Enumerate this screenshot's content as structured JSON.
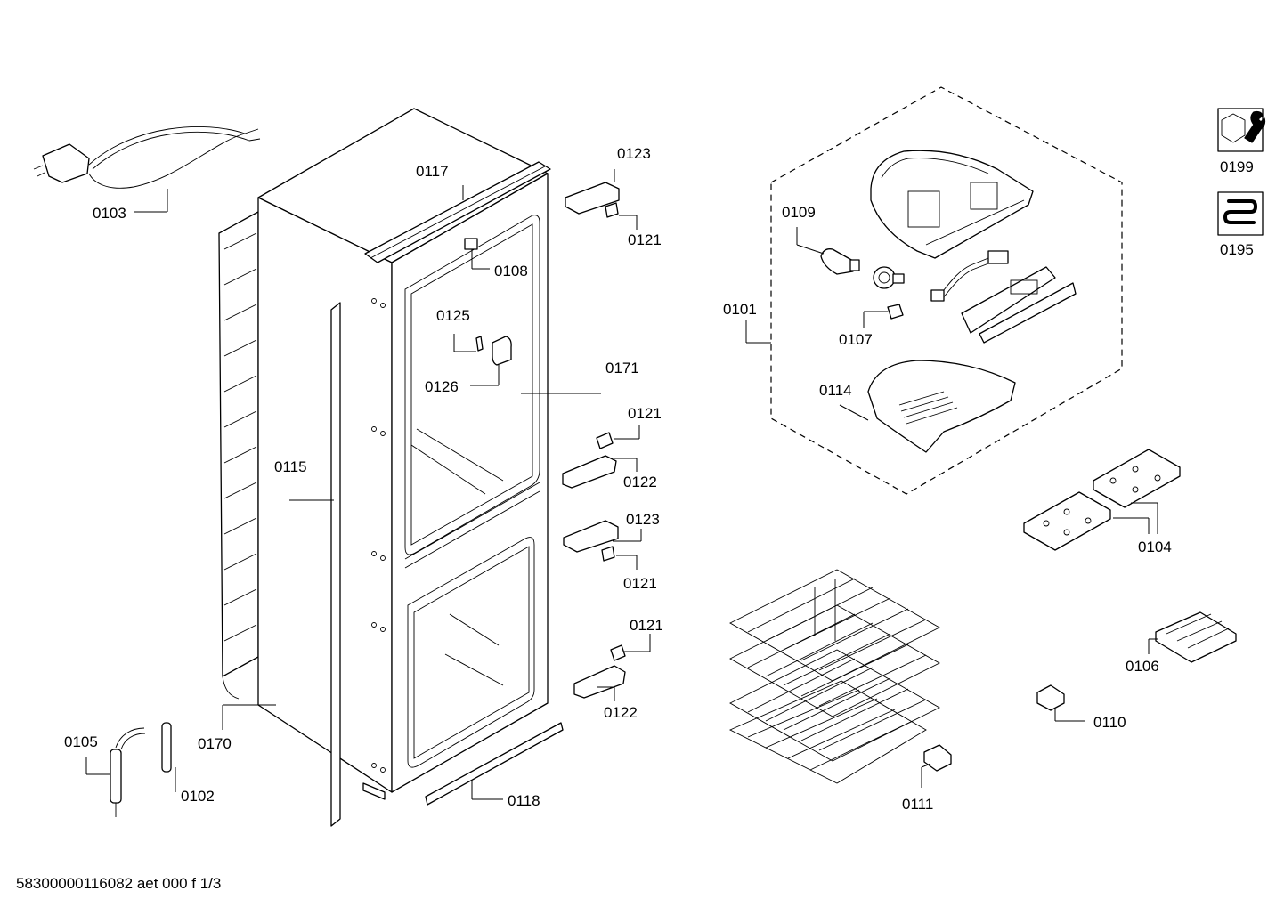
{
  "labels": {
    "p0103": "0103",
    "p0117": "0117",
    "p0123a": "0123",
    "p0121a": "0121",
    "p0108": "0108",
    "p0125": "0125",
    "p0126": "0126",
    "p0171": "0171",
    "p0121b": "0121",
    "p0122a": "0122",
    "p0115": "0115",
    "p0123b": "0123",
    "p0121c": "0121",
    "p0121d": "0121",
    "p0122b": "0122",
    "p0170": "0170",
    "p0105": "0105",
    "p0102": "0102",
    "p0118": "0118",
    "p0109": "0109",
    "p0101": "0101",
    "p0107": "0107",
    "p0114": "0114",
    "p0104": "0104",
    "p0106": "0106",
    "p0110": "0110",
    "p0111": "0111",
    "p0199": "0199",
    "p0195": "0195"
  },
  "footer": "58300000116082 aet 000 f 1/3",
  "icons": {
    "p0199": "wrench-nut-icon",
    "p0195": "heating-coil-icon"
  }
}
